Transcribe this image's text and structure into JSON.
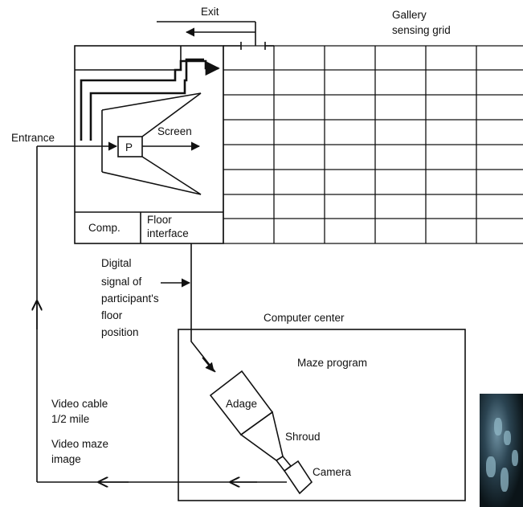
{
  "labels": {
    "exit": "Exit",
    "gallery_line1": "Gallery",
    "gallery_line2": "sensing grid",
    "entrance": "Entrance",
    "participant": "P",
    "screen": "Screen",
    "comp": "Comp.",
    "floor_line1": "Floor",
    "floor_line2": "interface",
    "digital_line1": "Digital",
    "digital_line2": "signal of",
    "digital_line3": "participant's",
    "digital_line4": "floor",
    "digital_line5": "position",
    "computer_center": "Computer center",
    "maze_program": "Maze program",
    "adage": "Adage",
    "shroud": "Shroud",
    "camera": "Camera",
    "video_cable_line1": "Video cable",
    "video_cable_line2": "1/2 mile",
    "video_maze_line1": "Video maze",
    "video_maze_line2": "image"
  },
  "icons": {
    "photo_corner": "photo-thumbnail"
  }
}
